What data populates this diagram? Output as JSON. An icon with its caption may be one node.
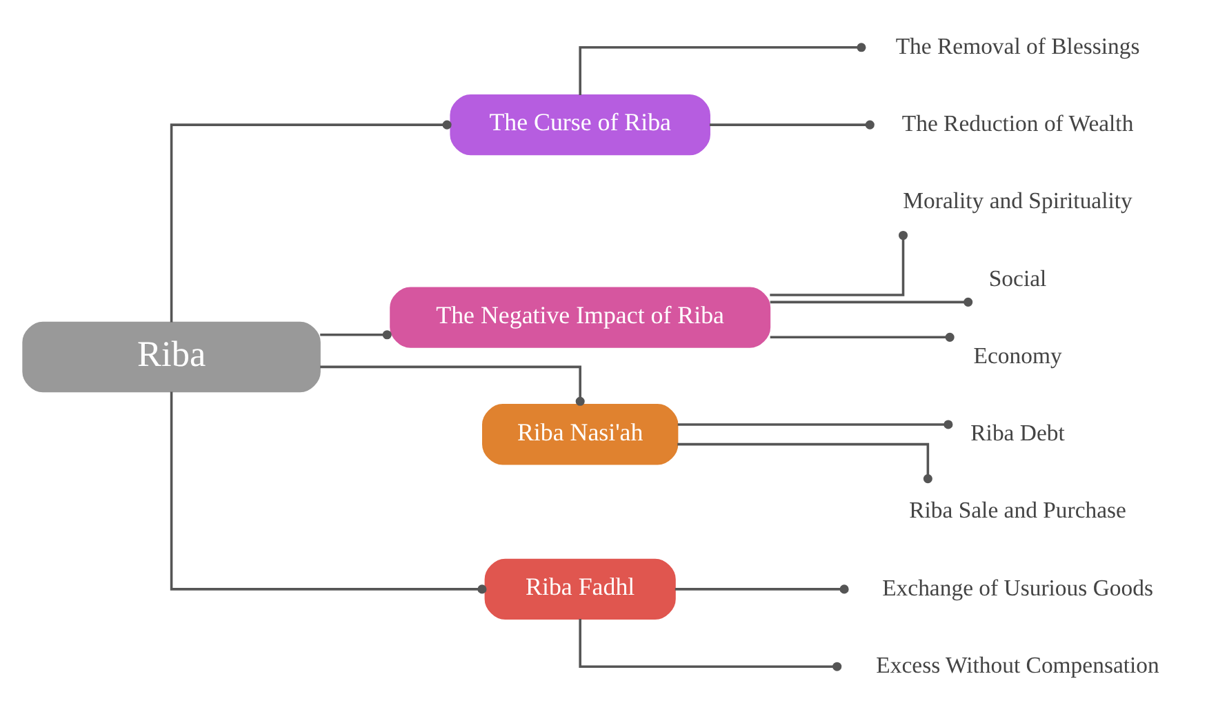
{
  "diagram": {
    "nodes": [
      {
        "text": [
          "Riba"
        ]
      },
      {
        "text": [
          "The Curse of Riba"
        ]
      },
      {
        "text": [
          "The Removal of Blessings"
        ]
      },
      {
        "text": [
          "The Reduction of Wealth"
        ]
      },
      {
        "text": [
          "The Negative Impact of Riba"
        ]
      },
      {
        "text": [
          "Morality and Spirituality"
        ]
      },
      {
        "text": [
          "Social"
        ]
      },
      {
        "text": [
          "Economy"
        ]
      },
      {
        "text": [
          "Riba Nasi'ah"
        ]
      },
      {
        "text": [
          "Riba Debt"
        ]
      },
      {
        "text": [
          "Riba Sale and Purchase"
        ]
      },
      {
        "text": [
          "Riba Fadhl"
        ]
      },
      {
        "text": [
          "Exchange of Usurious Goods"
        ]
      },
      {
        "text": [
          "Excess Without Compensation"
        ]
      }
    ],
    "edges": [
      {
        "from": 0,
        "to": 1,
        "arrow": "other"
      },
      {
        "from": 1,
        "to": 2,
        "arrow": "other"
      },
      {
        "from": 1,
        "to": 3,
        "arrow": "other"
      },
      {
        "from": 0,
        "to": 4,
        "arrow": "other"
      },
      {
        "from": 4,
        "to": 5,
        "arrow": "other"
      },
      {
        "from": 4,
        "to": 6,
        "arrow": "other"
      },
      {
        "from": 4,
        "to": 7,
        "arrow": "other"
      },
      {
        "from": 0,
        "to": 8,
        "arrow": "other"
      },
      {
        "from": 8,
        "to": 9,
        "arrow": "other"
      },
      {
        "from": 8,
        "to": 10,
        "arrow": "other"
      },
      {
        "from": 0,
        "to": 11,
        "arrow": "other"
      },
      {
        "from": 11,
        "to": 12,
        "arrow": "other"
      },
      {
        "from": 11,
        "to": 13,
        "arrow": "other"
      }
    ]
  }
}
